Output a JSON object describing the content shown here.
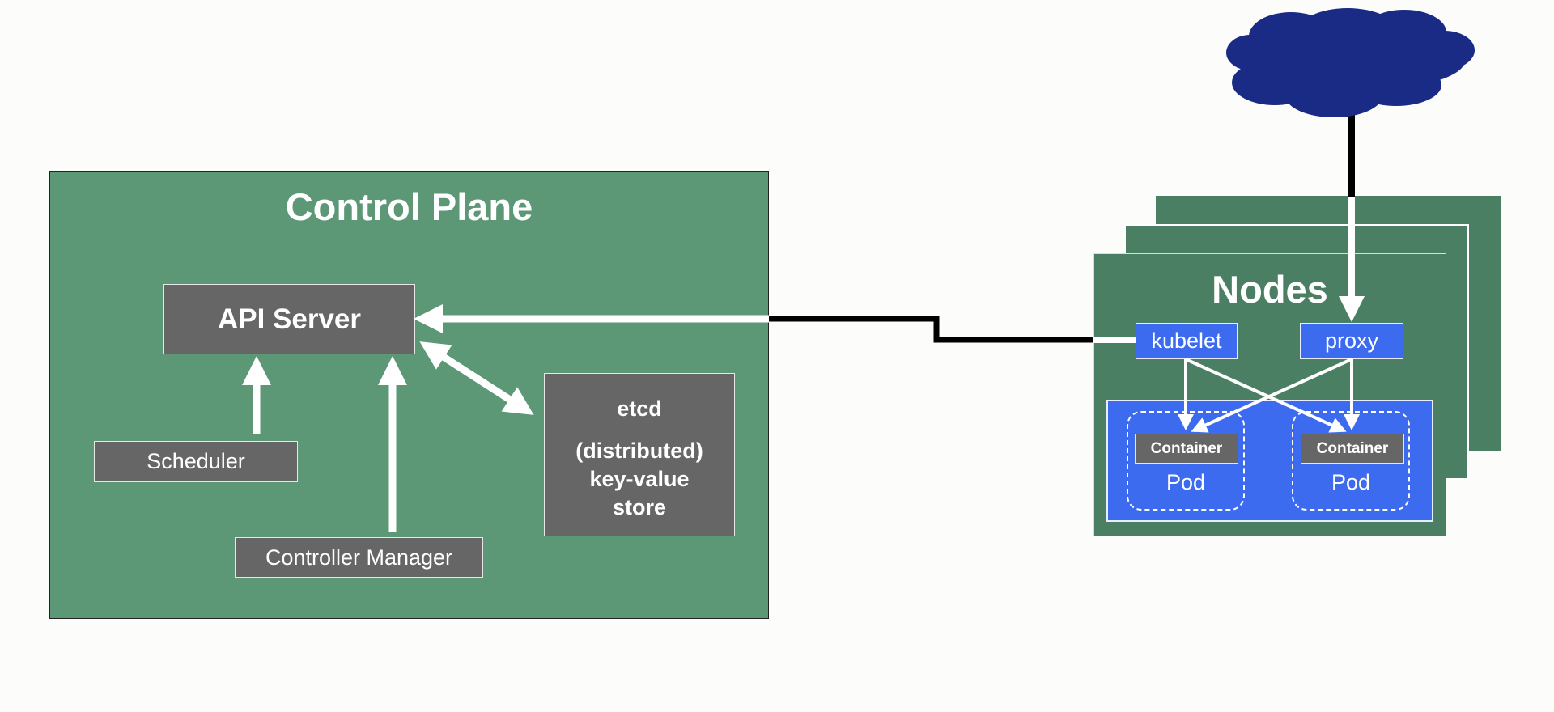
{
  "control_plane": {
    "title": "Control Plane",
    "api_server": "API Server",
    "scheduler": "Scheduler",
    "controller_manager": "Controller Manager",
    "etcd": {
      "line1": "etcd",
      "line2": "(distributed)",
      "line3": "key-value",
      "line4": "store"
    }
  },
  "nodes": {
    "title": "Nodes",
    "kubelet": "kubelet",
    "proxy": "proxy",
    "pods": [
      {
        "container": "Container",
        "label": "Pod"
      },
      {
        "container": "Container",
        "label": "Pod"
      }
    ]
  },
  "colors": {
    "control_plane_bg": "#5d9876",
    "node_bg": "#4b7f63",
    "component_bg": "#666666",
    "node_component_bg": "#3d6bf0",
    "cloud": "#1a2b86"
  },
  "icons": {
    "internet": "cloud-icon"
  }
}
